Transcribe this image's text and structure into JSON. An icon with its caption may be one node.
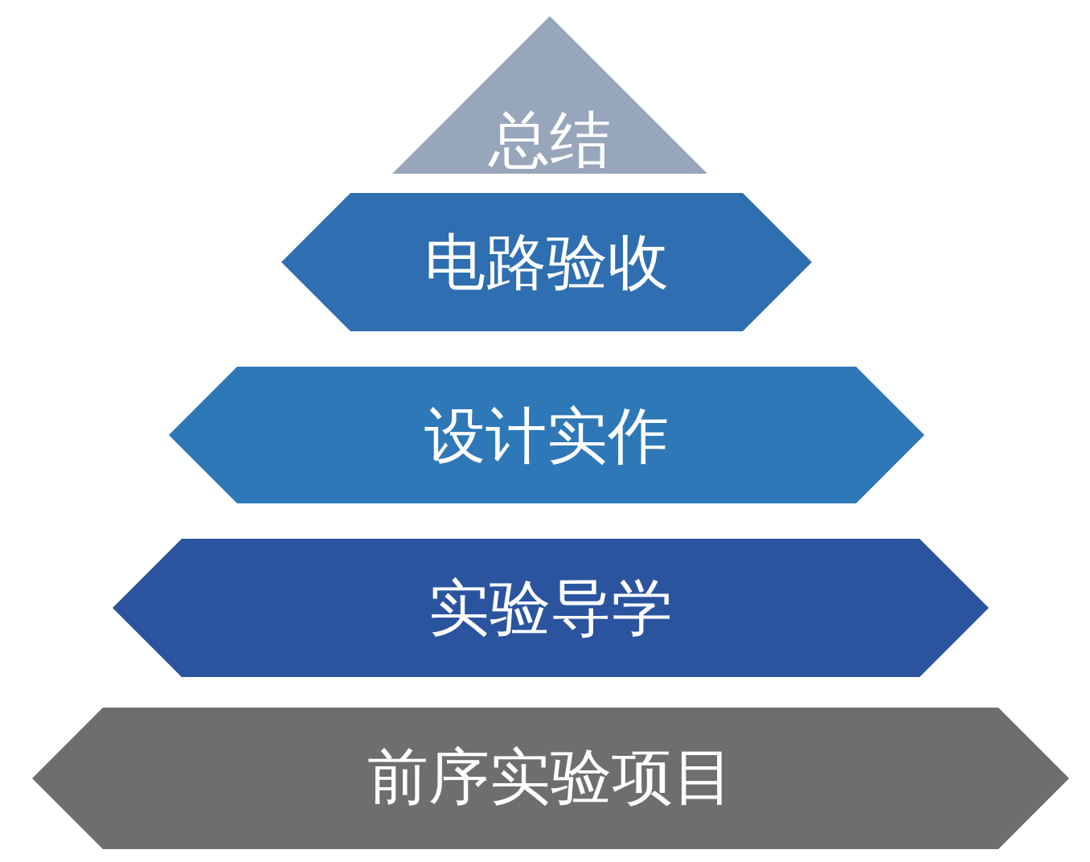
{
  "diagram": {
    "nodes": [
      {
        "text": [
          "总结"
        ]
      },
      {
        "text": [
          "电路验收"
        ]
      },
      {
        "text": [
          "设计实作"
        ]
      },
      {
        "text": [
          "实验导学"
        ]
      },
      {
        "text": [
          "前序实验项目"
        ]
      }
    ]
  }
}
